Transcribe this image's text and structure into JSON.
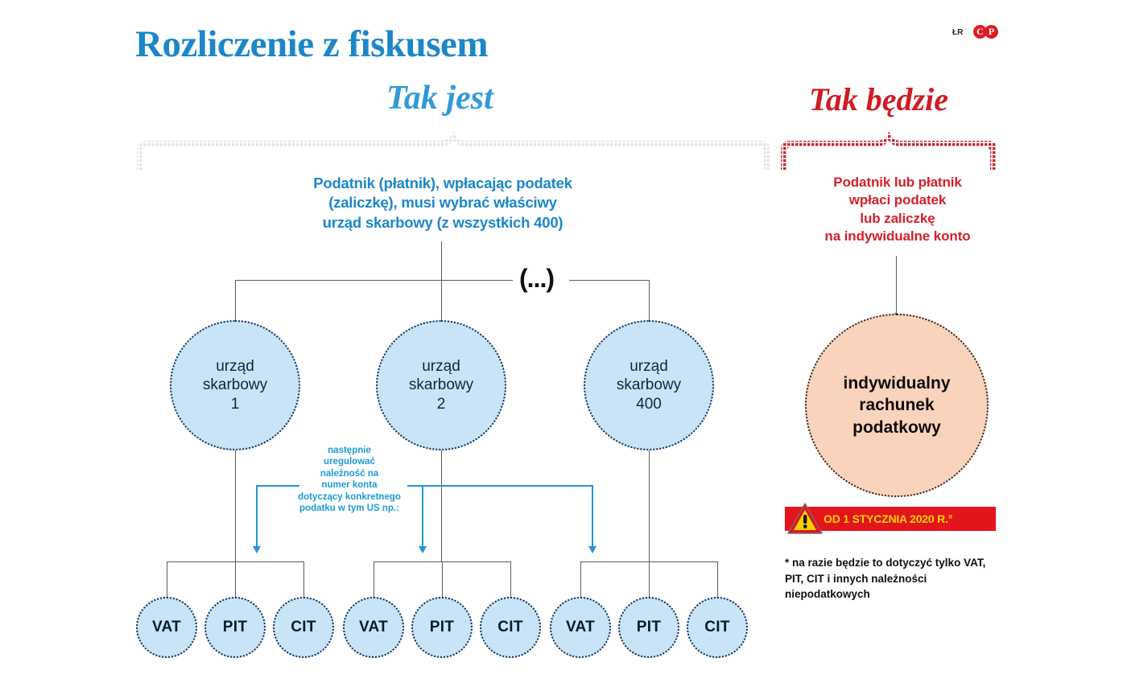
{
  "header": {
    "title": "Rozliczenie z fiskusem",
    "left_subtitle": "Tak jest",
    "right_subtitle": "Tak będzie",
    "credit": "ŁR",
    "logo": {
      "first": "C",
      "second": "P"
    }
  },
  "left_panel": {
    "intro": "Podatnik (płatnik), wpłacając podatek\n(zaliczkę), musi wybrać właściwy\nurząd skarbowy (z wszystkich 400)",
    "ellipsis": "(...)",
    "offices": [
      {
        "label": "urząd\nskarbowy\n1"
      },
      {
        "label": "urząd\nskarbowy\n2"
      },
      {
        "label": "urząd\nskarbowy\n400"
      }
    ],
    "annotation": "następnie\nuregulować\nnależność na\nnumer konta\ndotyczący konkretnego\npodatku w tym US np.:",
    "tax_groups": [
      {
        "items": [
          "VAT",
          "PIT",
          "CIT"
        ]
      },
      {
        "items": [
          "VAT",
          "PIT",
          "CIT"
        ]
      },
      {
        "items": [
          "VAT",
          "PIT",
          "CIT"
        ]
      }
    ]
  },
  "right_panel": {
    "intro": "Podatnik lub płatnik\nwpłaci podatek\nlub zaliczkę\nna indywidualne konto",
    "account_circle": "indywidualny\nrachunek\npodatkowy",
    "banner": {
      "label": "OD 1 STYCZNIA 2020 R.°",
      "icon": "warning-triangle-icon"
    },
    "footnote": "* na razie będzie to dotyczyć tylko VAT,\nPIT, CIT i innych należności\nniepodatkowych"
  },
  "colors": {
    "blue_title": "#1b87c9",
    "blue_text": "#1b9ad7",
    "red_text": "#d6202a",
    "circle_fill_blue": "#c9e4f7",
    "circle_fill_peach": "#fad3bd",
    "banner_red": "#e3141c",
    "banner_yellow": "#ffd200",
    "line_gray": "#5d5d5d"
  }
}
